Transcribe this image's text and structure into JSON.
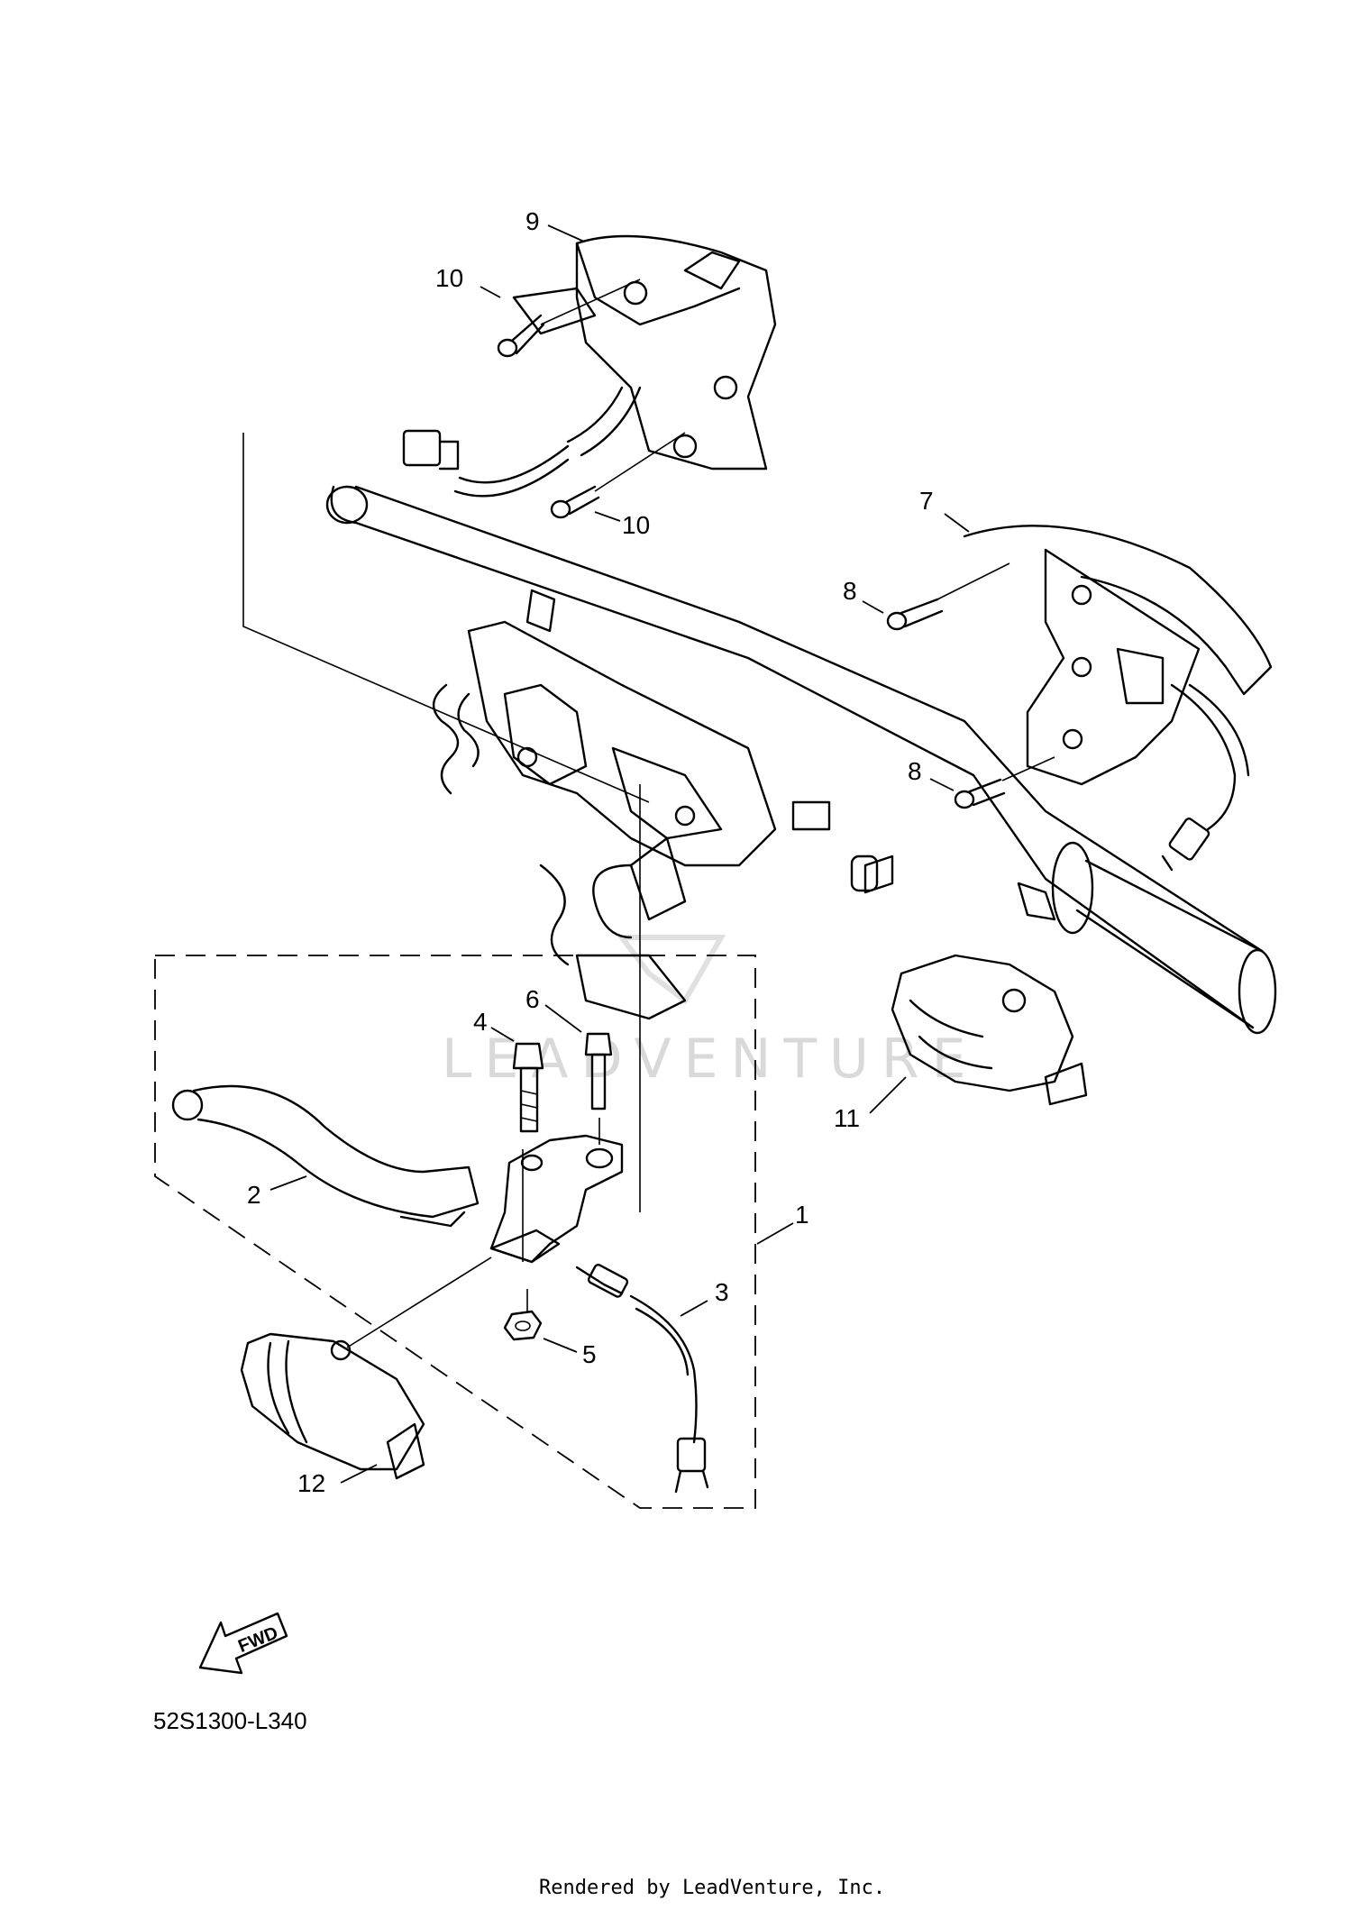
{
  "callouts": [
    "1",
    "2",
    "3",
    "4",
    "5",
    "6",
    "7",
    "8",
    "8",
    "9",
    "10",
    "10",
    "11",
    "12"
  ],
  "diagram_code": "52S1300-L340",
  "fwd_label": "FWD",
  "watermark": "LEADVENTURE",
  "footer_text": "Rendered by LeadVenture, Inc."
}
